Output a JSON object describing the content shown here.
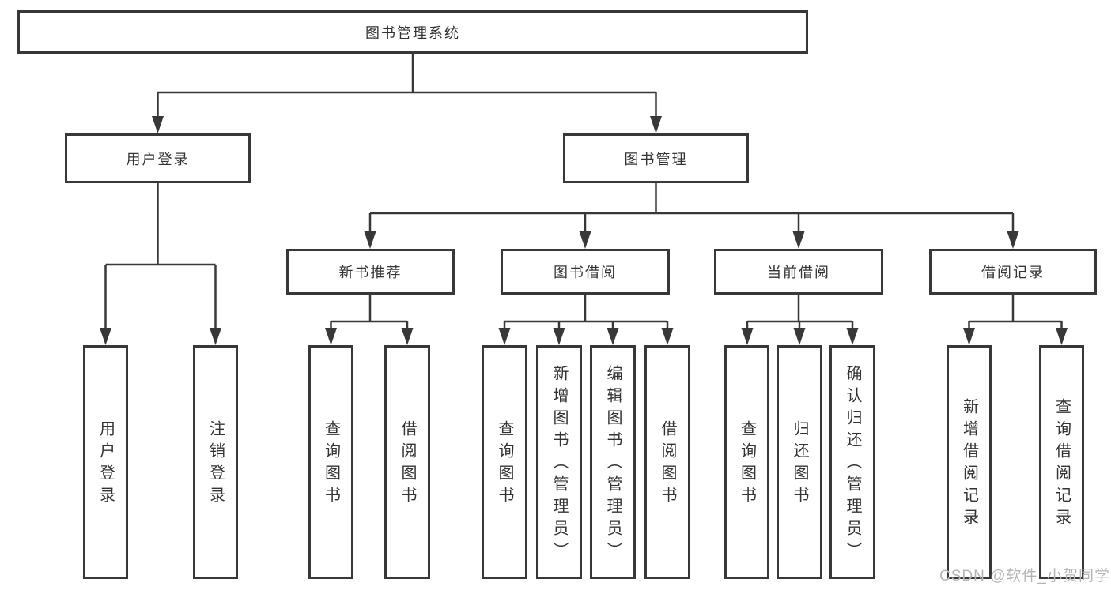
{
  "diagram": {
    "root_label": "图书管理系统",
    "user_branch": {
      "label": "用户登录",
      "children": [
        "用户登录",
        "注销登录"
      ]
    },
    "book_branch": {
      "label": "图书管理",
      "sections": [
        {
          "label": "新书推荐",
          "children": [
            "查询图书",
            "借阅图书"
          ]
        },
        {
          "label": "图书借阅",
          "children": [
            "查询图书",
            "新增图书（管理员）",
            "编辑图书（管理员）",
            "借阅图书"
          ]
        },
        {
          "label": "当前借阅",
          "children": [
            "查询图书",
            "归还图书",
            "确认归还（管理员）"
          ]
        },
        {
          "label": "借阅记录",
          "children": [
            "新增借阅记录",
            "查询借阅记录"
          ]
        }
      ]
    }
  },
  "watermark": {
    "text": "CSDN @软件_小贺同学"
  },
  "colors": {
    "line": "#383838",
    "box_border": "#383838",
    "text": "#333333",
    "watermark": "#b5b5b5",
    "background": "#ffffff"
  }
}
